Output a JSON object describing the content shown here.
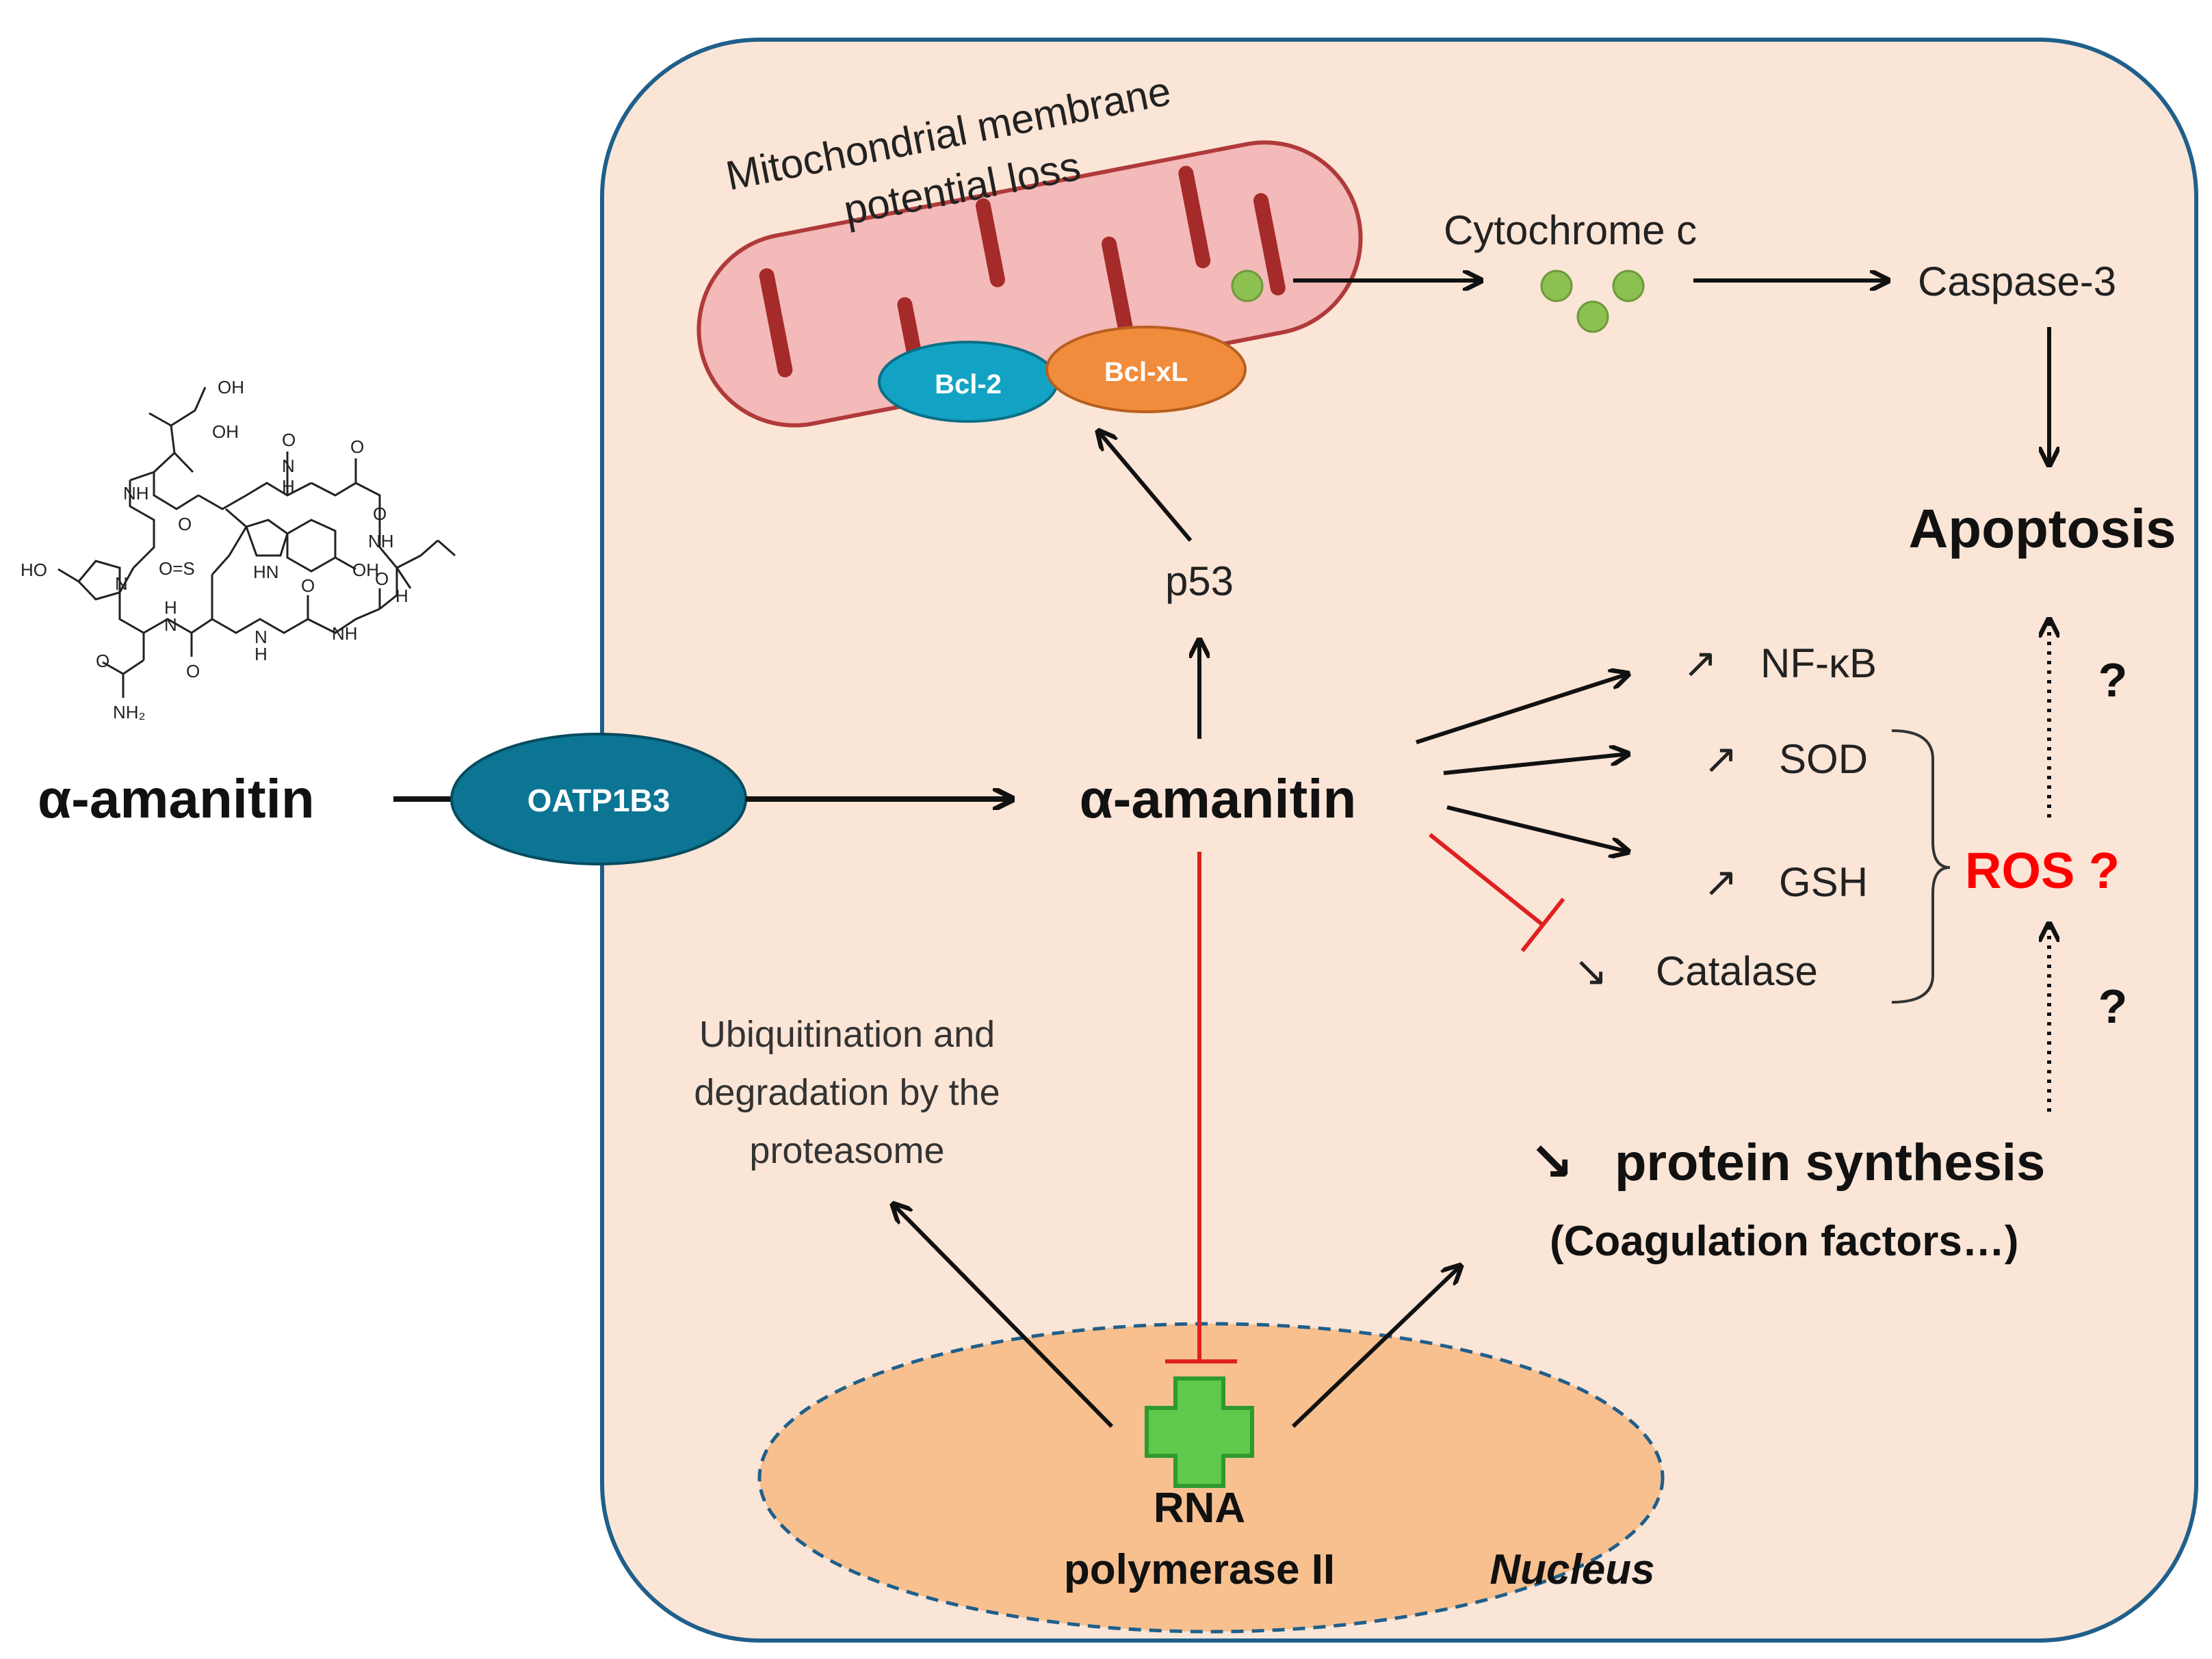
{
  "labels": {
    "mito_line1": "Mitochondrial membrane",
    "mito_line2": "potential loss",
    "bcl2": "Bcl-2",
    "bclxl": "Bcl-xL",
    "cytochrome": "Cytochrome c",
    "caspase": "Caspase-3",
    "apoptosis": "Apoptosis",
    "p53": "p53",
    "amanitin_outside": "α-amanitin",
    "amanitin_inside": "α-amanitin",
    "oatp": "OATP1B3",
    "nfkb": "NF-κB",
    "sod": "SOD",
    "gsh": "GSH",
    "catalase": "Catalase",
    "ros": "ROS ?",
    "question_top": "?",
    "question_bottom": "?",
    "ubiq_line1": "Ubiquitination and",
    "ubiq_line2": "degradation by the",
    "ubiq_line3": "proteasome",
    "protein_line1": "protein synthesis",
    "protein_line2": "(Coagulation factors…)",
    "rna_line1": "RNA",
    "rna_line2": "polymerase II",
    "nucleus": "Nucleus",
    "up_arrow_glyph": "↗",
    "down_arrow_glyph": "↘"
  },
  "chem": {
    "oh1": "OH",
    "oh2": "OH",
    "nh1": "NH",
    "n1": "N",
    "h1": "H",
    "ho": "HO",
    "n2": "N",
    "os": "O=S",
    "hn": "HN",
    "oh3": "OH",
    "nh2": "NH",
    "h2": "H",
    "n3": "N",
    "h3": "H",
    "n4": "N",
    "h4": "H",
    "nh3": "NH",
    "nh2amide": "NH₂",
    "o1": "O",
    "o2": "O",
    "o3": "O",
    "o4": "O",
    "o5": "O",
    "o6": "O",
    "o7": "O",
    "o8": "O"
  },
  "colors": {
    "cell_fill": "#fbe5d6",
    "cell_stroke": "#1f5f8b",
    "mito_fill": "#f4b9b9",
    "mito_stroke": "#b03a3a",
    "cristae": "#a52a2a",
    "bcl2": "#12a3c4",
    "bclxl": "#f08c3c",
    "oatp": "#0b7593",
    "nucleus": "#f8c08f",
    "inhibit": "#e02020",
    "ros": "#ff0000",
    "green_dot": "#8cc152",
    "rna_cross": "#5ec94a"
  }
}
